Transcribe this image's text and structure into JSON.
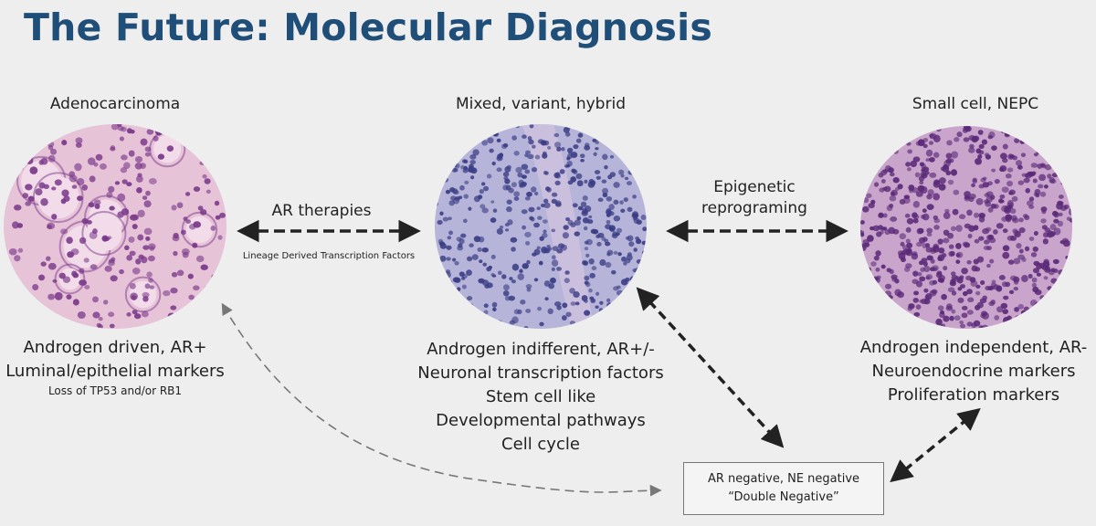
{
  "title": "The Future: Molecular Diagnosis",
  "columns": [
    {
      "heading": "Adenocarcinoma",
      "lines": [
        "Androgen driven, AR+",
        "Luminal/epithelial markers"
      ],
      "note": "Loss of TP53 and/or RB1",
      "palette": {
        "bg": "#e7c3d8",
        "nuclei": "#7a3a8a",
        "accent": "#f2dcea"
      }
    },
    {
      "heading": "Mixed, variant, hybrid",
      "lines": [
        "Androgen indifferent, AR+/-",
        "Neuronal transcription factors",
        "Stem cell like",
        "Developmental pathways",
        "Cell cycle"
      ],
      "palette": {
        "bg": "#b6b4d8",
        "nuclei": "#3b3d85",
        "accent": "#d8c7e3"
      }
    },
    {
      "heading": "Small cell, NEPC",
      "lines": [
        "Androgen independent, AR-",
        "Neuroendocrine markers",
        "Proliferation markers"
      ],
      "palette": {
        "bg": "#c9a5cc",
        "nuclei": "#5b2a78",
        "accent": "#e4cbe3"
      }
    }
  ],
  "arrows": {
    "left": {
      "label": "AR therapies",
      "sublabel": "Lineage Derived Transcription Factors"
    },
    "right": {
      "label_line1": "Epigenetic",
      "label_line2": "reprograming"
    }
  },
  "double_negative": {
    "line1": "AR negative, NE negative",
    "line2": "“Double Negative”"
  },
  "colors": {
    "title": "#1f4e79",
    "arrow": "#222222",
    "dashed_arrow": "#777777"
  }
}
